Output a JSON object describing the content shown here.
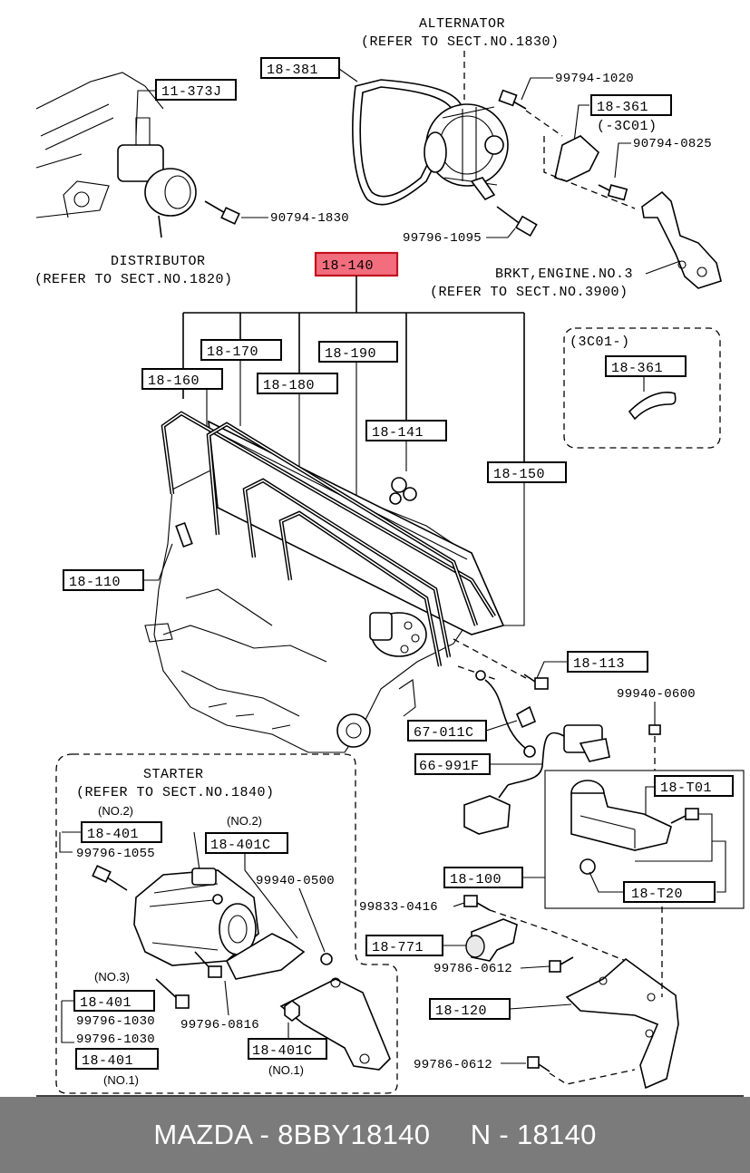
{
  "header": {
    "alternator_title": "ALTERNATOR",
    "alternator_ref": "(REFER TO SECT.NO.1830)",
    "distributor_title": "DISTRIBUTOR",
    "distributor_ref": "(REFER TO SECT.NO.1820)",
    "bracket_title": "BRKT,ENGINE.NO.3",
    "bracket_ref": "(REFER TO SECT.NO.3900)"
  },
  "callouts": {
    "p_11_373j": "11-373J",
    "p_18_381": "18-381",
    "p_18_361_top": "18-361",
    "p_3c01_paren": "(-3C01)",
    "p_18_140": "18-140",
    "p_18_170": "18-170",
    "p_18_190": "18-190",
    "p_18_160": "18-160",
    "p_18_180": "18-180",
    "p_18_141": "18-141",
    "p_18_150": "18-150",
    "p_18_110": "18-110",
    "p_18_113": "18-113",
    "p_67_011c": "67-011C",
    "p_66_991f": "66-991F",
    "p_18_t01": "18-T01",
    "p_18_100": "18-100",
    "p_18_t20": "18-T20",
    "p_18_771": "18-771",
    "p_18_120": "18-120",
    "p_18_401_no2": "18-401",
    "p_18_401c_no2": "18-401C",
    "p_18_401_no3": "18-401",
    "p_18_401_no1": "18-401",
    "p_18_401c_no1": "18-401C",
    "p_18_361_inset": "18-361"
  },
  "bolts": {
    "b_99794_1020": "99794-1020",
    "b_90794_0825": "90794-0825",
    "b_90794_1830": "90794-1830",
    "b_99796_1095": "99796-1095",
    "b_99940_0600": "99940-0600",
    "b_99833_0416": "99833-0416",
    "b_99786_0612_a": "99786-0612",
    "b_99786_0612_b": "99786-0612",
    "b_99940_0500": "99940-0500",
    "b_99796_1055": "99796-1055",
    "b_99796_0816": "99796-0816",
    "b_99796_1030_a": "99796-1030",
    "b_99796_1030_b": "99796-1030"
  },
  "inset_3c01": {
    "title": "(3C01-)"
  },
  "starter": {
    "title": "STARTER",
    "ref": "(REFER TO SECT.NO.1840)",
    "no2_a": "(NO.2)",
    "no2_b": "(NO.2)",
    "no3": "(NO.3)",
    "no1_a": "(NO.1)",
    "no1_b": "(NO.1)"
  },
  "highlight_color": "#f26d7d",
  "footer": {
    "text": "MAZDA - 8BBY18140     N - 18140",
    "background": "#7b7b7b"
  }
}
